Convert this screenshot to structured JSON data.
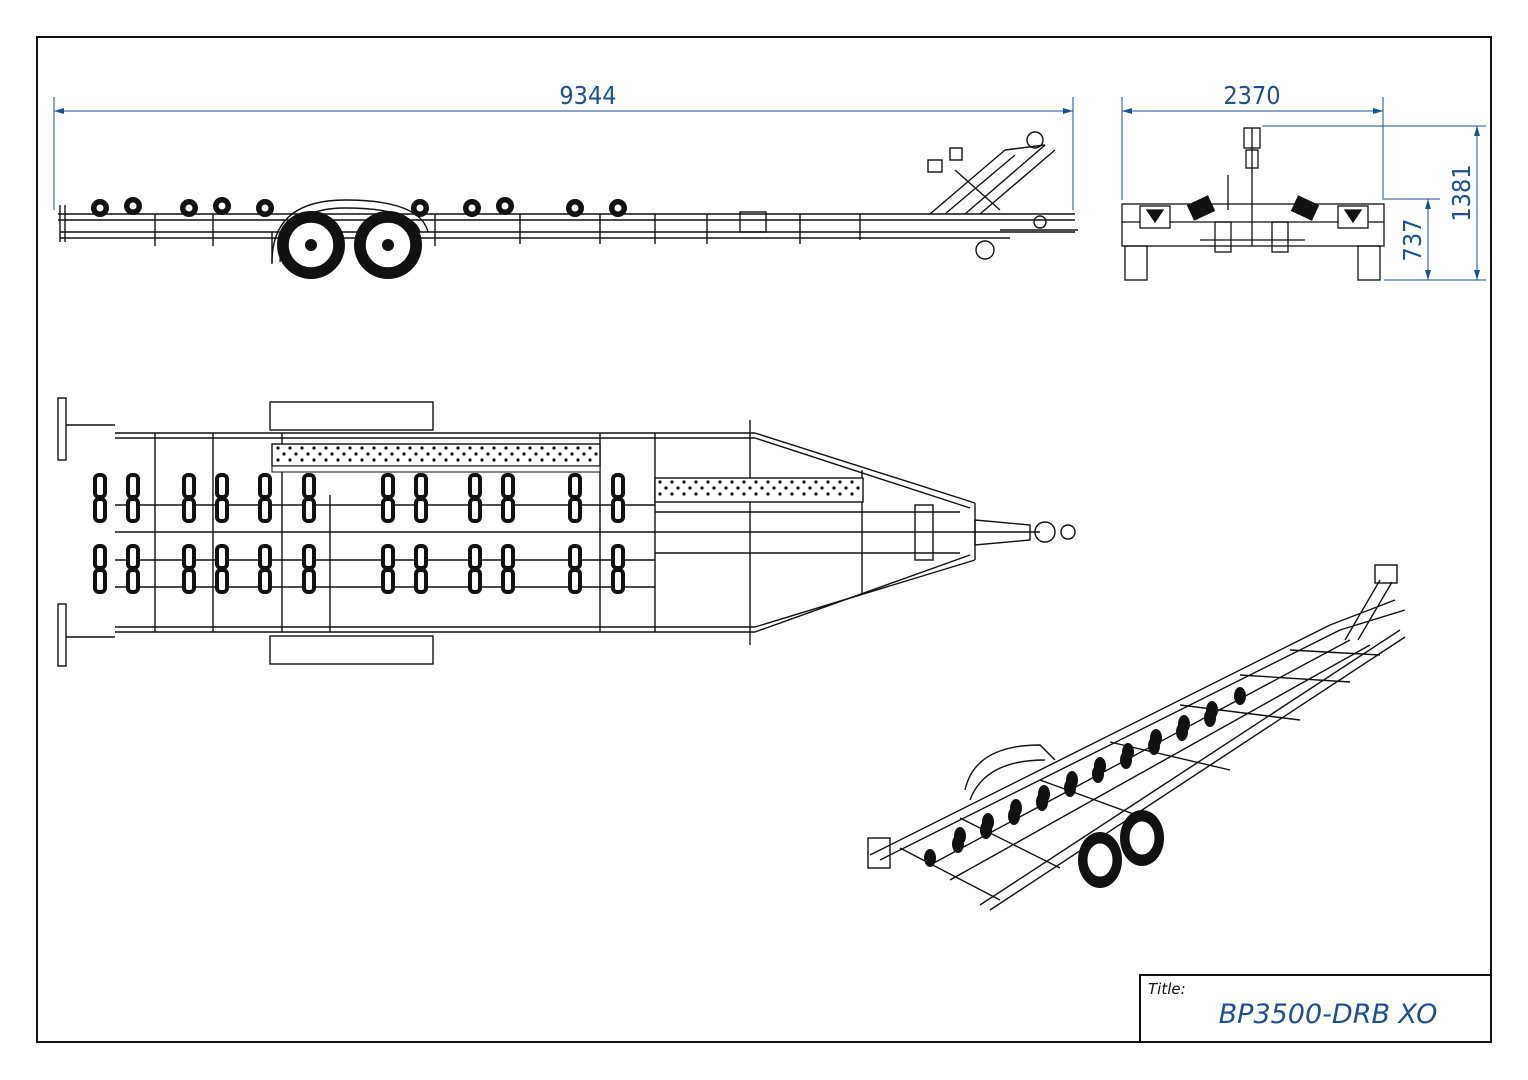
{
  "colors": {
    "line": "#111111",
    "dimension": "#1f4f8f",
    "background": "#ffffff"
  },
  "dimensions": {
    "overall_length": "9344",
    "overall_width": "2370",
    "overall_height": "1381",
    "frame_height": "737"
  },
  "title_block": {
    "label": "Title:",
    "value": "BP3500-DRB XO"
  }
}
